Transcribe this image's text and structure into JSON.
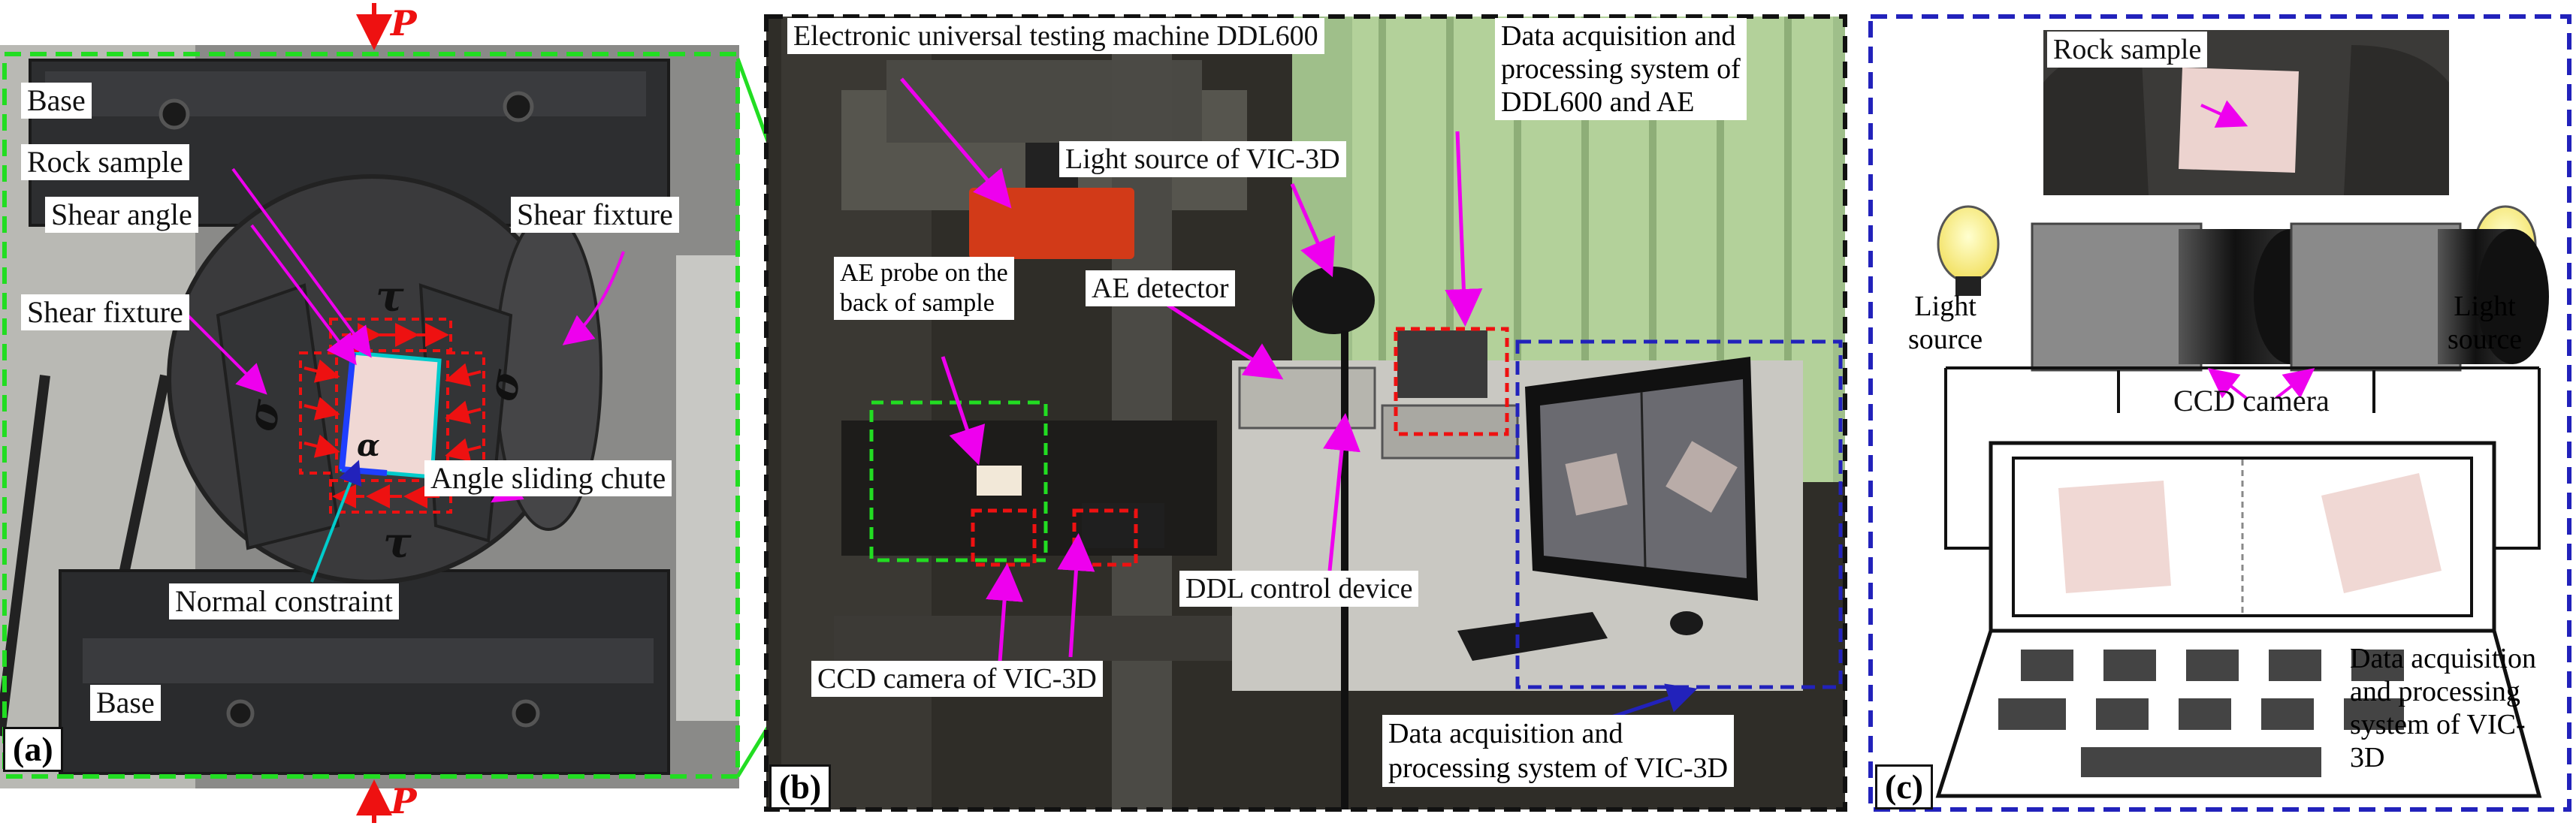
{
  "colors": {
    "green_frame": "#22dd22",
    "black_frame": "#111111",
    "blue_frame": "#2222bb",
    "magenta_arrow": "#ee00ee",
    "red_load": "#ee1111",
    "cyan_normal": "#00cccc",
    "sample_pink": "#f0d8d4"
  },
  "panel_a": {
    "tag": "(a)",
    "load_symbol": "P",
    "labels": {
      "base_top": "Base",
      "rock_sample": "Rock sample",
      "shear_angle": "Shear angle",
      "shear_fixture_right": "Shear fixture",
      "shear_fixture_left": "Shear fixture",
      "angle_sliding_chute": "Angle sliding chute",
      "normal_constraint": "Normal constraint",
      "base_bottom": "Base"
    },
    "symbols": {
      "tau": "τ",
      "sigma": "σ",
      "alpha": "α"
    }
  },
  "panel_b": {
    "tag": "(b)",
    "labels": {
      "testing_machine": "Electronic universal testing machine DDL600",
      "daq_ddl_line1": "Data acquisition and",
      "daq_ddl_line2": "processing system of",
      "daq_ddl_line3": "DDL600 and AE",
      "light_source": "Light source of VIC-3D",
      "ae_probe_line1": "AE probe on the",
      "ae_probe_line2": "back of sample",
      "ae_detector": "AE detector",
      "ddl_control": "DDL control device",
      "ccd_camera": "CCD camera of VIC-3D",
      "daq_vic_line1": "Data acquisition and",
      "daq_vic_line2": "processing system of VIC-3D"
    }
  },
  "panel_c": {
    "tag": "(c)",
    "labels": {
      "rock_sample": "Rock sample",
      "light_source_left_line1": "Light",
      "light_source_left_line2": "source",
      "light_source_right_line1": "Light",
      "light_source_right_line2": "source",
      "ccd_camera": "CCD camera",
      "daq_line1": "Data acquisition",
      "daq_line2": "and processing",
      "daq_line3": "system of VIC-",
      "daq_line4": "3D"
    }
  }
}
